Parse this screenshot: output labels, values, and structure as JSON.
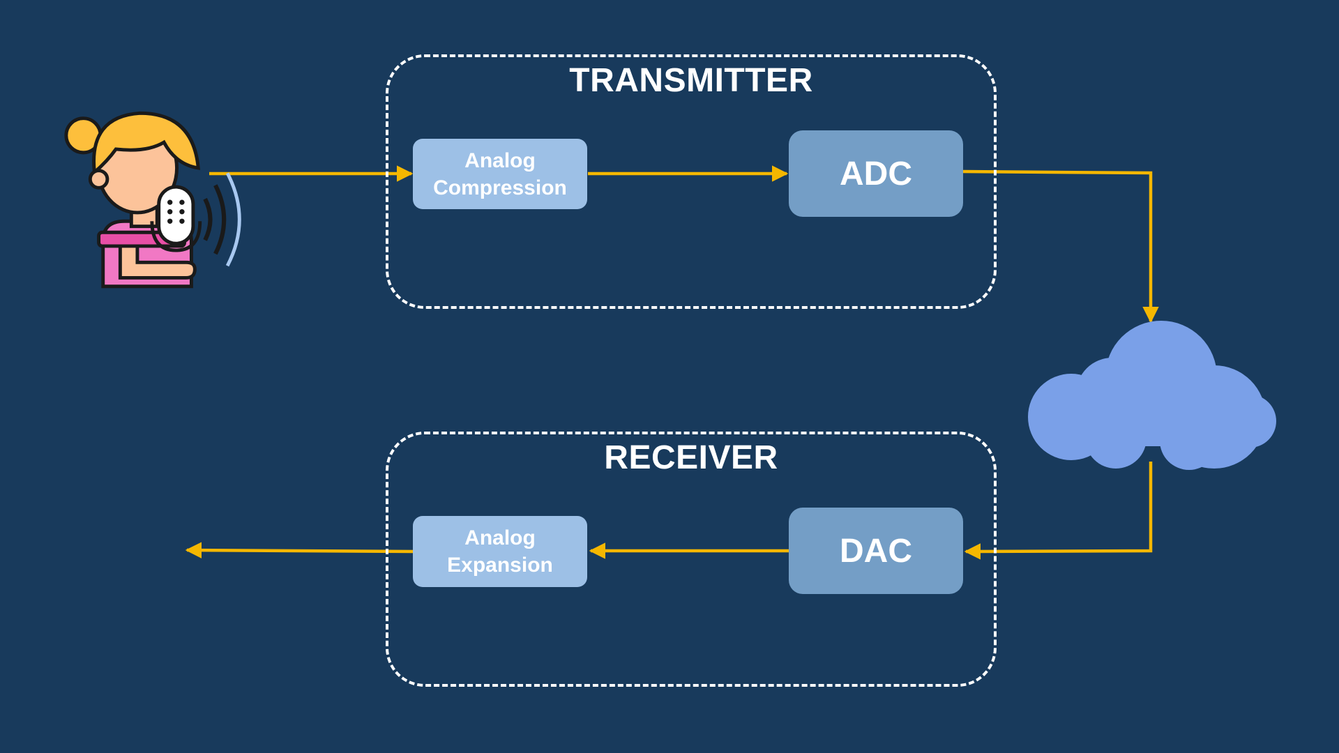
{
  "transmitter": {
    "title": "TRANSMITTER",
    "compression_line1": "Analog",
    "compression_line2": "Compression",
    "adc_label": "ADC"
  },
  "receiver": {
    "title": "RECEIVER",
    "expansion_line1": "Analog",
    "expansion_line2": "Expansion",
    "dac_label": "DAC"
  },
  "icons": {
    "speaker": "person-speaking-into-microphone-icon",
    "network": "cloud-icon"
  },
  "colors": {
    "background": "#183a5c",
    "arrow": "#f5b700",
    "light_block": "#9dc0e6",
    "mid_block": "#749ec6",
    "cloud": "#7aa0e8",
    "dashed_border": "#ffffff"
  }
}
